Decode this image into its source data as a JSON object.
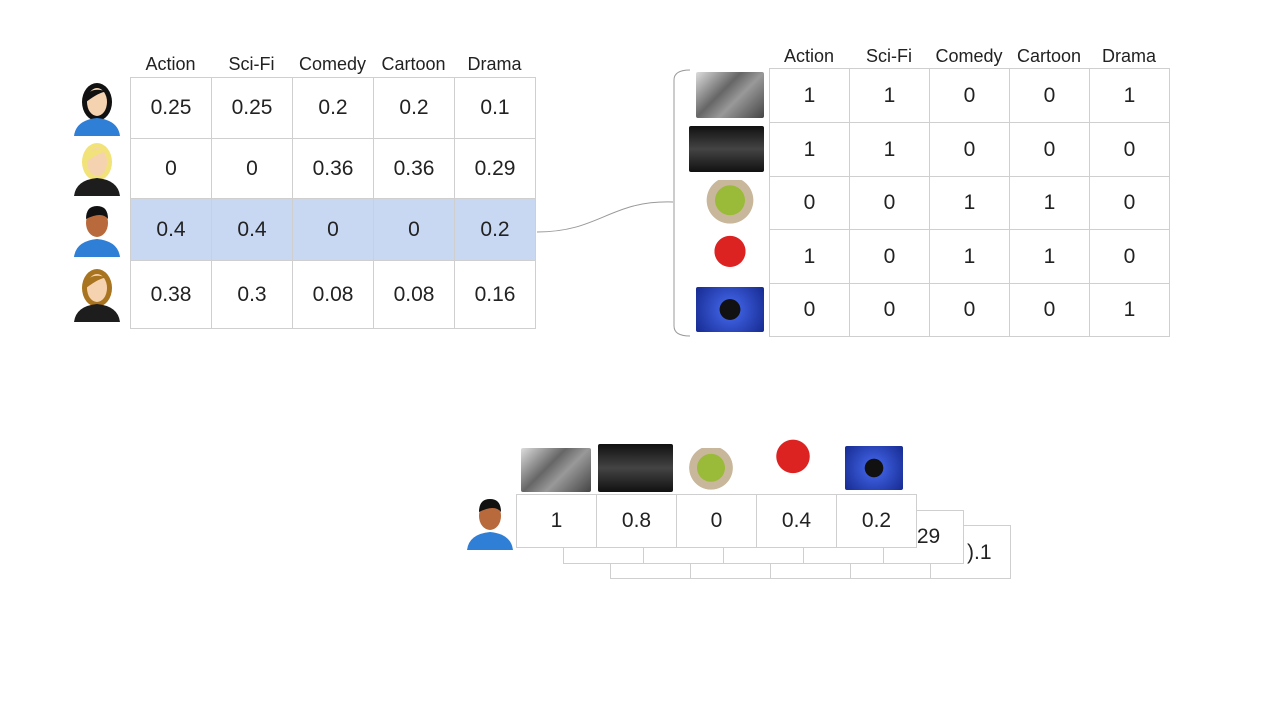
{
  "genres": [
    "Action",
    "Sci-Fi",
    "Comedy",
    "Cartoon",
    "Drama"
  ],
  "user_matrix": {
    "rows": [
      {
        "avatar": "user-woman-dark-hair-icon",
        "values": [
          "0.25",
          "0.25",
          "0.2",
          "0.2",
          "0.1"
        ]
      },
      {
        "avatar": "user-woman-blonde-icon",
        "values": [
          "0",
          "0",
          "0.36",
          "0.36",
          "0.29"
        ]
      },
      {
        "avatar": "user-man-icon",
        "values": [
          "0.4",
          "0.4",
          "0",
          "0",
          "0.2"
        ],
        "highlighted": true
      },
      {
        "avatar": "user-woman-brown-hair-icon",
        "values": [
          "0.38",
          "0.3",
          "0.08",
          "0.08",
          "0.16"
        ]
      }
    ],
    "highlight_color": "#c9d8f2"
  },
  "movie_matrix": {
    "rows": [
      {
        "poster": "star-wars-poster",
        "values": [
          "1",
          "1",
          "0",
          "0",
          "1"
        ]
      },
      {
        "poster": "dark-knight-rises-poster",
        "values": [
          "1",
          "1",
          "0",
          "0",
          "0"
        ]
      },
      {
        "poster": "shrek-poster",
        "values": [
          "0",
          "0",
          "1",
          "1",
          "0"
        ]
      },
      {
        "poster": "incredibles-poster",
        "values": [
          "1",
          "0",
          "1",
          "1",
          "0"
        ]
      },
      {
        "poster": "drama-poster",
        "values": [
          "0",
          "0",
          "0",
          "0",
          "1"
        ]
      }
    ]
  },
  "result": {
    "avatar": "user-man-icon",
    "front_values": [
      "1",
      "0.8",
      "0",
      "0.4",
      "0.2"
    ],
    "back_partial_1": ".29",
    "back_partial_2": ").1"
  }
}
